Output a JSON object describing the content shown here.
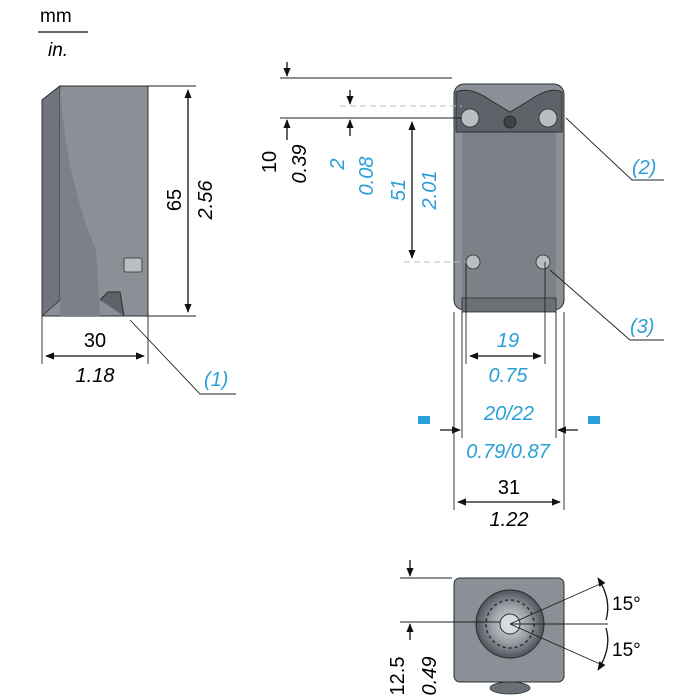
{
  "units": {
    "primary": "mm",
    "secondary": "in."
  },
  "side_view": {
    "height_mm": "65",
    "height_in": "2.56",
    "width_mm": "30",
    "width_in": "1.18",
    "callout": "(1)"
  },
  "front_view": {
    "top_offset_mm": "10",
    "top_offset_in": "0.39",
    "hole_offset_mm": "2",
    "hole_offset_in": "0.08",
    "hole_spacing_mm": "51",
    "hole_spacing_in": "2.01",
    "hole_width_mm": "19",
    "hole_width_in": "0.75",
    "slot_width_mm": "20/22",
    "slot_width_in": "0.79/0.87",
    "total_width_mm": "31",
    "total_width_in": "1.22",
    "callout_top": "(2)",
    "callout_bottom": "(3)"
  },
  "bottom_view": {
    "depth_mm": "12.5",
    "depth_in": "0.49",
    "angle_top": "15°",
    "angle_bottom": "15°"
  },
  "colors": {
    "accent": "#2a9fd8",
    "body": "#8a9096"
  }
}
